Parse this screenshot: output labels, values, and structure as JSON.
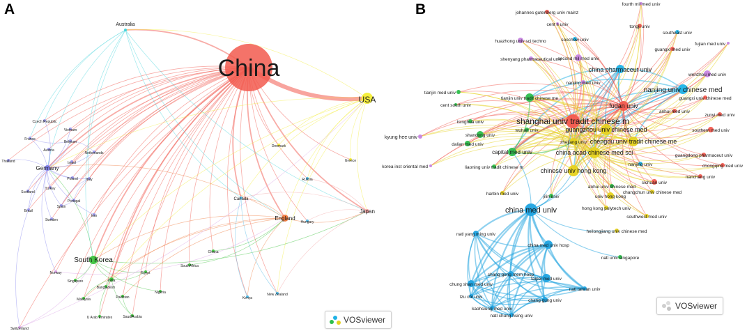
{
  "panel_a": {
    "letter": "A",
    "brand": "VOSviewer",
    "brand_icon": "vosviewer-logo-icon",
    "nodes": [
      {
        "id": "china",
        "label": "China",
        "color": "#f25a4f"
      },
      {
        "id": "usa",
        "label": "USA",
        "color": "#f4ee34"
      },
      {
        "id": "australia",
        "label": "Australia",
        "color": "#3fd4dc"
      },
      {
        "id": "japan",
        "label": "Japan",
        "color": "#f4a0a0"
      },
      {
        "id": "england",
        "label": "England",
        "color": "#f07a3c"
      },
      {
        "id": "southkorea",
        "label": "South Korea",
        "color": "#3dc43d"
      },
      {
        "id": "germany",
        "label": "Germany",
        "color": "#7f7ff0"
      },
      {
        "id": "canada",
        "label": "Canada",
        "color": "#48b6e6"
      },
      {
        "id": "india",
        "label": "India",
        "color": "#3dc43d"
      },
      {
        "id": "czech",
        "label": "Czech Republic",
        "color": "#9a9af0"
      },
      {
        "id": "vietnam",
        "label": "Vietnam",
        "color": "#9a9af0"
      },
      {
        "id": "france",
        "label": "France",
        "color": "#9a9af0"
      },
      {
        "id": "belgium",
        "label": "Belgium",
        "color": "#9a9af0"
      },
      {
        "id": "austria",
        "label": "Austria",
        "color": "#9a9af0"
      },
      {
        "id": "netherlands",
        "label": "Netherlands",
        "color": "#9a9af0"
      },
      {
        "id": "thailand",
        "label": "Thailand",
        "color": "#9a9af0"
      },
      {
        "id": "israel",
        "label": "Israel",
        "color": "#9a9af0"
      },
      {
        "id": "poland",
        "label": "Poland",
        "color": "#9a9af0"
      },
      {
        "id": "italy",
        "label": "Italy",
        "color": "#9a9af0"
      },
      {
        "id": "scotland",
        "label": "Scotland",
        "color": "#9a9af0"
      },
      {
        "id": "turkey",
        "label": "Turkey",
        "color": "#9a9af0"
      },
      {
        "id": "portugal",
        "label": "Portugal",
        "color": "#9a9af0"
      },
      {
        "id": "brazil",
        "label": "Brazil",
        "color": "#9a9af0"
      },
      {
        "id": "spain",
        "label": "Spain",
        "color": "#9a9af0"
      },
      {
        "id": "iran",
        "label": "Iran",
        "color": "#9a9af0"
      },
      {
        "id": "sweden",
        "label": "Sweden",
        "color": "#9a9af0"
      },
      {
        "id": "denmark",
        "label": "Denmark",
        "color": "#f4ee34"
      },
      {
        "id": "greece",
        "label": "Greece",
        "color": "#f4ee34"
      },
      {
        "id": "russia",
        "label": "Russia",
        "color": "#48b6e6"
      },
      {
        "id": "hungary",
        "label": "Hungary",
        "color": "#48b6e6"
      },
      {
        "id": "ghana",
        "label": "Ghana",
        "color": "#3dc43d"
      },
      {
        "id": "southafrica",
        "label": "SouthAfrica",
        "color": "#3dc43d"
      },
      {
        "id": "egypt",
        "label": "Egypt",
        "color": "#3dc43d"
      },
      {
        "id": "norway",
        "label": "Norway",
        "color": "#d9a0e6"
      },
      {
        "id": "singapore",
        "label": "Singapore",
        "color": "#3dc43d"
      },
      {
        "id": "bangladesh",
        "label": "Bangladesh",
        "color": "#3dc43d"
      },
      {
        "id": "nigeria",
        "label": "Nigeria",
        "color": "#3dc43d"
      },
      {
        "id": "kenya",
        "label": "Kenya",
        "color": "#48b6e6"
      },
      {
        "id": "newzealand",
        "label": "New Zealand",
        "color": "#48b6e6"
      },
      {
        "id": "malaysia",
        "label": "Malaysia",
        "color": "#3dc43d"
      },
      {
        "id": "pakistan",
        "label": "Pakistan",
        "color": "#3dc43d"
      },
      {
        "id": "uae",
        "label": "U Arab Emirates",
        "color": "#3dc43d"
      },
      {
        "id": "saudiarabia",
        "label": "SaudiArabia",
        "color": "#3dc43d"
      },
      {
        "id": "switzerland",
        "label": "Switzerland",
        "color": "#d9a0e6"
      }
    ]
  },
  "panel_b": {
    "letter": "B",
    "brand": "VOSviewer",
    "brand_icon": "vosviewer-logo-icon",
    "nodes": [
      {
        "id": "fourthmil",
        "label": "fourth mil med univ",
        "color": "#c785e0"
      },
      {
        "id": "gutenberg",
        "label": "johannes gutenberg univ mainz",
        "color": "#f25a4f"
      },
      {
        "id": "centsuniv",
        "label": "cent s univ",
        "color": "#c785e0"
      },
      {
        "id": "tongji",
        "label": "tongji univ",
        "color": "#f25a4f"
      },
      {
        "id": "southeast",
        "label": "southeast univ",
        "color": "#1fb2e6"
      },
      {
        "id": "fujian",
        "label": "fujian med univ",
        "color": "#c785e0"
      },
      {
        "id": "huazhong",
        "label": "huazhong univ sci techno",
        "color": "#c785e0"
      },
      {
        "id": "soochow",
        "label": "soochow univ",
        "color": "#1fb2e6"
      },
      {
        "id": "guangxi",
        "label": "guangxi med univ",
        "color": "#f25a4f"
      },
      {
        "id": "shenyang",
        "label": "shenyang pharmaceutical univ",
        "color": "#c785e0"
      },
      {
        "id": "secondmil",
        "label": "second mil med univ",
        "color": "#c785e0"
      },
      {
        "id": "chinapharm",
        "label": "china pharmaceut univ",
        "color": "#1fb2e6"
      },
      {
        "id": "wenzhou",
        "label": "wenzhou med univ",
        "color": "#c785e0"
      },
      {
        "id": "nanjingmed",
        "label": "nanjing med univ",
        "color": "#c785e0"
      },
      {
        "id": "nanjingtcm",
        "label": "nanjing univ chinese med",
        "color": "#1fb2e6"
      },
      {
        "id": "tianjinmed",
        "label": "tianjin med univ",
        "color": "#2dbe4c"
      },
      {
        "id": "tianjintcm",
        "label": "tianjin univ tradit chinese me",
        "color": "#2dbe4c"
      },
      {
        "id": "guangxitcm",
        "label": "guangxi univ chinese med",
        "color": "#f25a4f"
      },
      {
        "id": "centsouth",
        "label": "cent south univ",
        "color": "#2dbe4c"
      },
      {
        "id": "fudan",
        "label": "fudan univ",
        "color": "#f25a4f"
      },
      {
        "id": "anhuimed",
        "label": "anhui med univ",
        "color": "#f25a4f"
      },
      {
        "id": "tsinghua",
        "label": "tsinghua univ",
        "color": "#2dbe4c"
      },
      {
        "id": "shanghaitcm",
        "label": "shanghai univ tradit chinese m",
        "color": "#f25a4f"
      },
      {
        "id": "zunyi",
        "label": "zunyi med univ",
        "color": "#f25a4f"
      },
      {
        "id": "kyunghee",
        "label": "kyung hee univ",
        "color": "#c785e0"
      },
      {
        "id": "shandong",
        "label": "shandong univ",
        "color": "#2dbe4c"
      },
      {
        "id": "wuhan",
        "label": "wuhan univ",
        "color": "#2dbe4c"
      },
      {
        "id": "guangzhoutcm",
        "label": "guangzhou univ chinese med",
        "color": "#e6d21e"
      },
      {
        "id": "southernmed",
        "label": "southern med univ",
        "color": "#f25a4f"
      },
      {
        "id": "chengdutcm",
        "label": "chengdu univ tradit chinese me",
        "color": "#e6d21e"
      },
      {
        "id": "zhejiang",
        "label": "zhejiang univ",
        "color": "#e6d21e"
      },
      {
        "id": "dalian",
        "label": "dalian med univ",
        "color": "#2dbe4c"
      },
      {
        "id": "chinaacad",
        "label": "china acad chinese med sci",
        "color": "#e6d21e"
      },
      {
        "id": "capital",
        "label": "capital med univ",
        "color": "#2dbe4c"
      },
      {
        "id": "gdpharm",
        "label": "guangdong pharmaceut univ",
        "color": "#f25a4f"
      },
      {
        "id": "koreaorient",
        "label": "korea inst oriental med",
        "color": "#c785e0"
      },
      {
        "id": "liaoning",
        "label": "liaoning univ tradit chinese m",
        "color": "#2dbe4c"
      },
      {
        "id": "nanjing",
        "label": "nanjing univ",
        "color": "#1fb2e6"
      },
      {
        "id": "chongqing",
        "label": "chongqing med univ",
        "color": "#f25a4f"
      },
      {
        "id": "cuhk",
        "label": "chinese univ hong kong",
        "color": "#e6d21e"
      },
      {
        "id": "nanchang",
        "label": "nanchang univ",
        "color": "#f25a4f"
      },
      {
        "id": "sichuan",
        "label": "sichuan univ",
        "color": "#f25a4f"
      },
      {
        "id": "anhuitcm",
        "label": "anhui univ chinese med",
        "color": "#2dbe4c"
      },
      {
        "id": "harbin",
        "label": "harbin med univ",
        "color": "#e6d21e"
      },
      {
        "id": "hku",
        "label": "univ hong kong",
        "color": "#e6d21e"
      },
      {
        "id": "changchun",
        "label": "changchun univ chinese med",
        "color": "#e6d21e"
      },
      {
        "id": "jilin",
        "label": "jilin univ",
        "color": "#2dbe4c"
      },
      {
        "id": "hkpoly",
        "label": "hong kong polytech univ",
        "color": "#e6d21e"
      },
      {
        "id": "chinamed",
        "label": "china med univ",
        "color": "#1fa3e0"
      },
      {
        "id": "southwest",
        "label": "southwest med univ",
        "color": "#e6d21e"
      },
      {
        "id": "yangming",
        "label": "natl yang ming univ",
        "color": "#1fa3e0"
      },
      {
        "id": "heilongjiang",
        "label": "heilongjiang univ chinese med",
        "color": "#e6d21e"
      },
      {
        "id": "cmuhosp",
        "label": "china med univ hosp",
        "color": "#1fa3e0"
      },
      {
        "id": "nus",
        "label": "natl univ singapore",
        "color": "#2dbe4c"
      },
      {
        "id": "cgmh",
        "label": "chang gung mem hosp",
        "color": "#1fa3e0"
      },
      {
        "id": "taipei",
        "label": "taipei med univ",
        "color": "#1fa3e0"
      },
      {
        "id": "chungshan",
        "label": "chung shan med univ",
        "color": "#1fa3e0"
      },
      {
        "id": "ntu",
        "label": "natl taiwan univ",
        "color": "#1fa3e0"
      },
      {
        "id": "tzuchi",
        "label": "tzu chi univ",
        "color": "#1fa3e0"
      },
      {
        "id": "changgung",
        "label": "chang gung univ",
        "color": "#1fa3e0"
      },
      {
        "id": "kaohsiung",
        "label": "kaohsiung med univ",
        "color": "#1fa3e0"
      },
      {
        "id": "nchu",
        "label": "natl chung hsing univ",
        "color": "#1fa3e0"
      }
    ]
  }
}
